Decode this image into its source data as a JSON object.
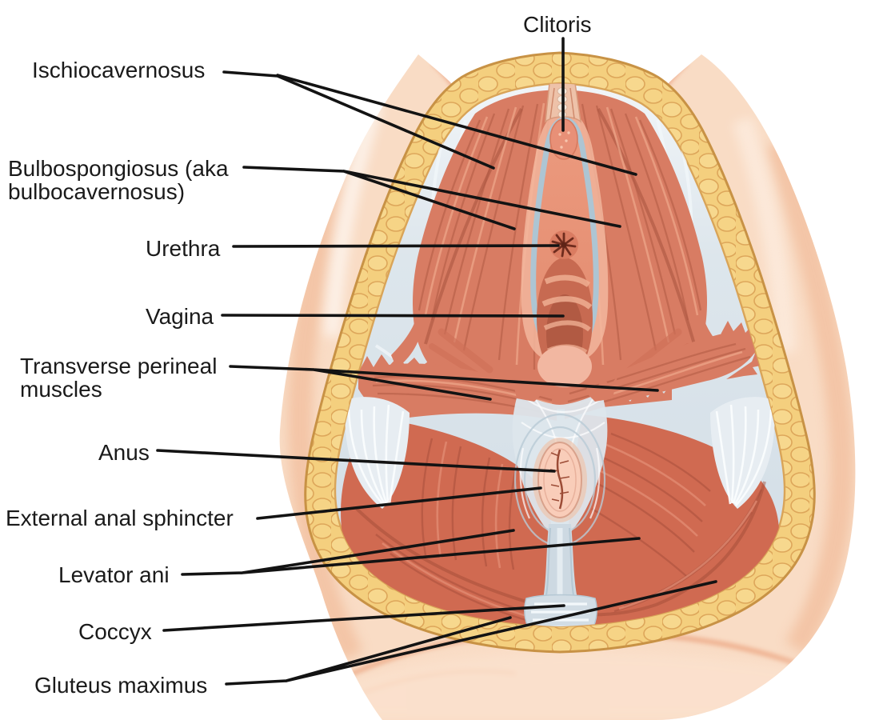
{
  "labels": {
    "clitoris": "Clitoris",
    "ischiocavernosus": "Ischiocavernosus",
    "bulbospongiosus": "Bulbospongiosus (aka\nbulbocavernosus)",
    "urethra": "Urethra",
    "vagina": "Vagina",
    "transverse_perineal": "Transverse perineal\nmuscles",
    "anus": "Anus",
    "external_anal_sphincter": "External anal sphincter",
    "levator_ani": "Levator ani",
    "coccyx": "Coccyx",
    "gluteus_maximus": "Gluteus maximus"
  },
  "colors": {
    "skin": "#f9dcc5",
    "fat": "#f4cf7e",
    "fascia": "#d7e1e9",
    "muscle": "#d87c63",
    "muscle_deep": "#d06a51",
    "leader_line": "#131313",
    "label_text": "#1a1a1a",
    "background": "#ffffff"
  }
}
